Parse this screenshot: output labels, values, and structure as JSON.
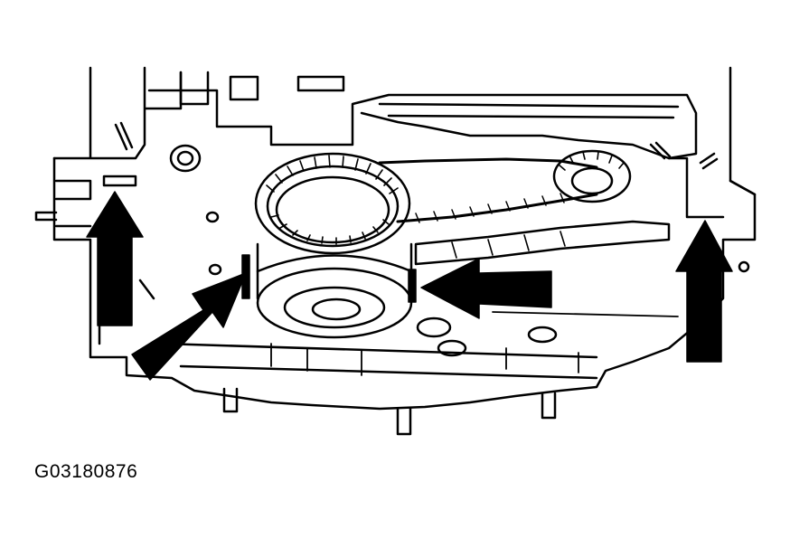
{
  "figure": {
    "code": "G03180876"
  },
  "colors": {
    "line": "#000000",
    "background": "#ffffff"
  },
  "arrows": [
    {
      "name": "arrow-left-up",
      "direction": "up"
    },
    {
      "name": "arrow-diagonal-up-right",
      "direction": "up-right"
    },
    {
      "name": "arrow-pointing-left",
      "direction": "left"
    },
    {
      "name": "arrow-right-up",
      "direction": "up"
    }
  ]
}
